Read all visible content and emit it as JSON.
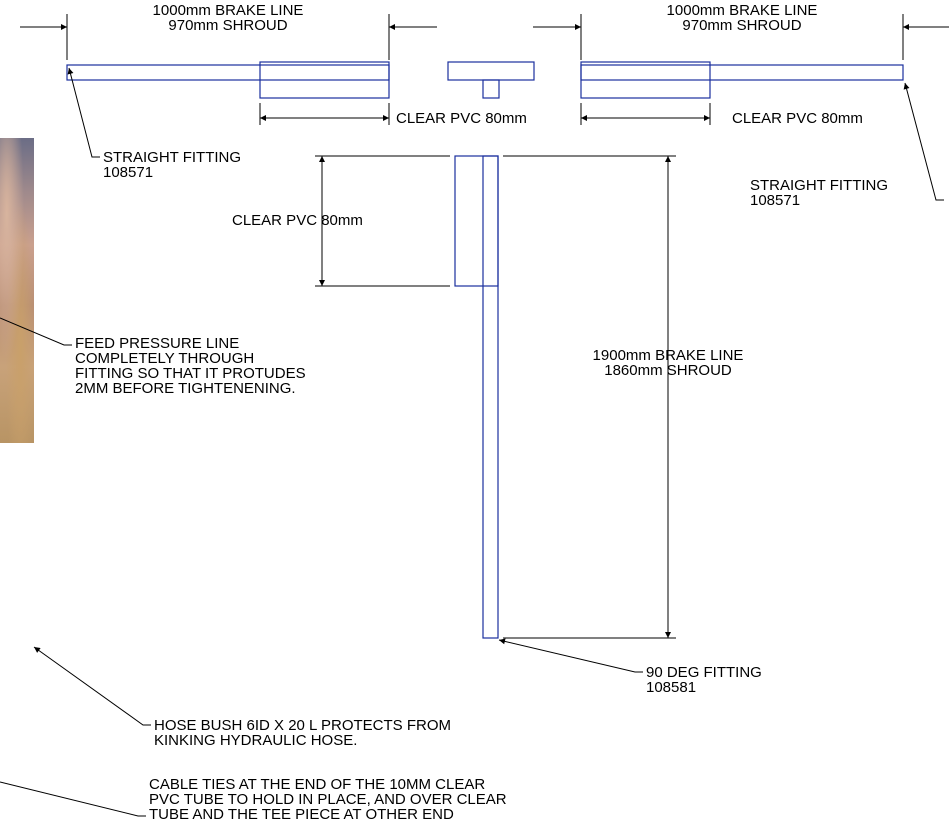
{
  "dimensions": {
    "left_line": {
      "brake_line": "1000mm BRAKE LINE",
      "shroud": "970mm SHROUD"
    },
    "right_line": {
      "brake_line": "1000mm BRAKE LINE",
      "shroud": "970mm SHROUD"
    },
    "clear_pvc_left": "CLEAR PVC 80mm",
    "clear_pvc_right": "CLEAR PVC 80mm",
    "clear_pvc_vertical": "CLEAR PVC 80mm",
    "vertical_line": {
      "brake_line": "1900mm BRAKE LINE",
      "shroud": "1860mm SHROUD"
    }
  },
  "callouts": {
    "straight_fitting_left": {
      "title": "STRAIGHT FITTING",
      "part_no": "108571"
    },
    "straight_fitting_right": {
      "title": "STRAIGHT FITTING",
      "part_no": "108571"
    },
    "feed_pressure": [
      "FEED PRESSURE LINE",
      "COMPLETELY THROUGH",
      "FITTING SO THAT IT PROTUDES",
      "2MM BEFORE TIGHTENENING."
    ],
    "ninety_deg_fitting": {
      "title": "90 DEG FITTING",
      "part_no": "108581"
    },
    "hose_bush": [
      "HOSE BUSH 6ID X 20 L PROTECTS FROM",
      "KINKING HYDRAULIC HOSE."
    ],
    "cable_ties": [
      "CABLE TIES AT THE END OF THE 10MM CLEAR",
      "PVC TUBE TO HOLD IN PLACE, AND OVER CLEAR",
      "TUBE AND THE TEE PIECE AT OTHER END"
    ]
  },
  "colors": {
    "part_outline": "#1a2f9e",
    "dimension_line": "#000000",
    "background": "#ffffff"
  }
}
